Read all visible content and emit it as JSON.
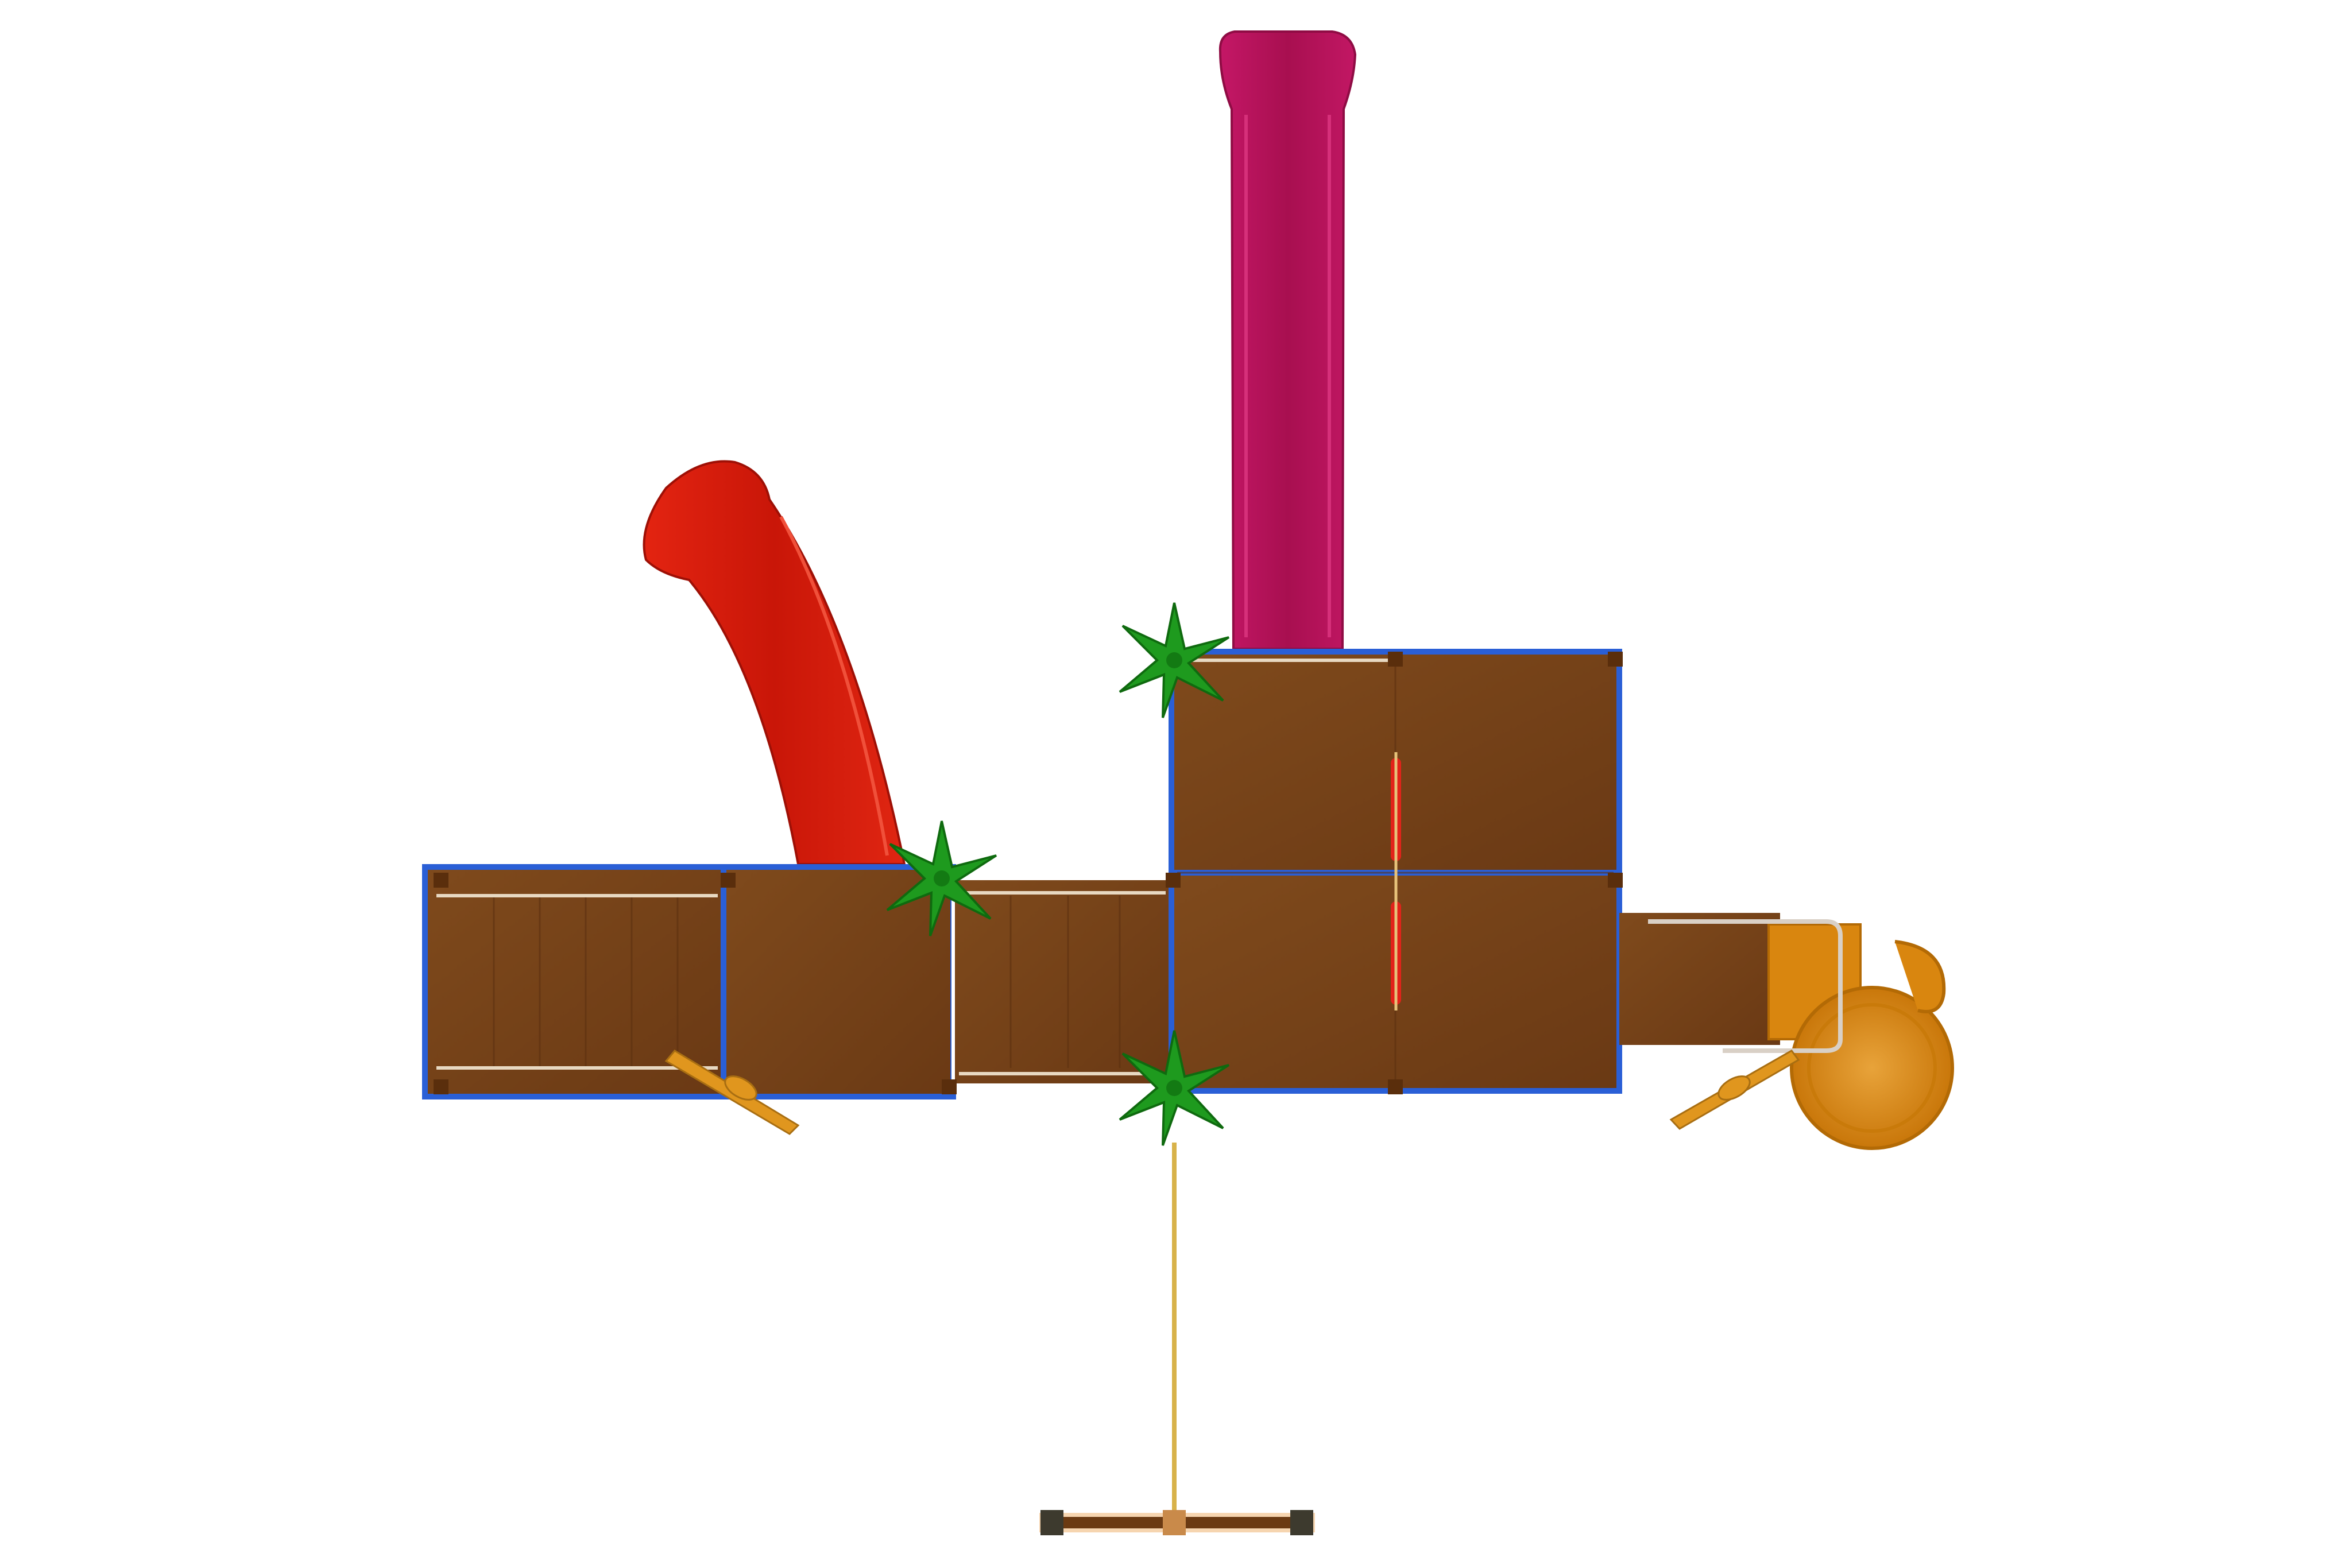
{
  "scene": {
    "background": "#ffffff",
    "colors": {
      "deck_dark": "#6b3a12",
      "deck": "#7a4519",
      "deck_light": "#8a5524",
      "rail_blue": "#2a5fd6",
      "slide_red": "#d41a0a",
      "slide_magenta": "#b8125a",
      "spiral_orange": "#d9860f",
      "palm_green": "#1e9a1e",
      "rope_tan": "#d8b24a",
      "post_brown": "#5a2e0c",
      "handle_orange": "#e0961e"
    },
    "objects": [
      {
        "name": "wave-slide",
        "color": "slide_red"
      },
      {
        "name": "straight-slide",
        "color": "slide_magenta"
      },
      {
        "name": "spiral-slide",
        "color": "spiral_orange"
      },
      {
        "name": "palm-tree",
        "count": 3,
        "color": "palm_green"
      },
      {
        "name": "swing-beam",
        "color": "post_brown"
      },
      {
        "name": "climbing-rope",
        "color": "rope_tan"
      },
      {
        "name": "deck",
        "count": 6,
        "color": "deck"
      },
      {
        "name": "steering-handle",
        "count": 2,
        "color": "handle_orange"
      }
    ]
  }
}
